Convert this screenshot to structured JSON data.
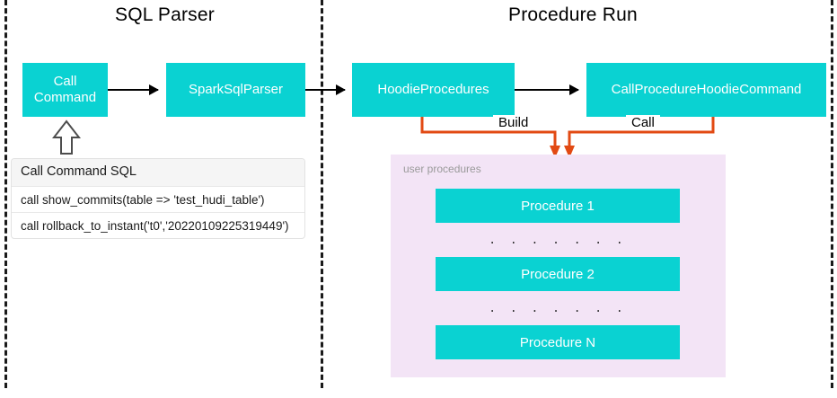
{
  "sections": {
    "left": {
      "title": "SQL Parser"
    },
    "right": {
      "title": "Procedure Run"
    }
  },
  "boxes": {
    "call_command": "Call\nCommand",
    "spark_sql_parser": "SparkSqlParser",
    "hoodie_procedures": "HoodieProcedures",
    "call_procedure_hoodie_command": "CallProcedureHoodieCommand"
  },
  "sql_table": {
    "header": "Call Command SQL",
    "rows": [
      "call show_commits(table => 'test_hudi_table')",
      "call rollback_to_instant('t0','20220109225319449')"
    ]
  },
  "edge_labels": {
    "build": "Build",
    "call": "Call"
  },
  "user_procedures": {
    "label": "user procedures",
    "items": [
      "Procedure 1",
      "Procedure 2",
      "Procedure N"
    ],
    "separator": ". . . . . . ."
  },
  "colors": {
    "cyan_box": "#0ad2d2",
    "orange_connector": "#e24a13",
    "purple_panel": "#f3e4f6",
    "separator_dash": "#1a1a1a",
    "arrow_black": "#000000",
    "label_gray": "#9a9a9a"
  }
}
